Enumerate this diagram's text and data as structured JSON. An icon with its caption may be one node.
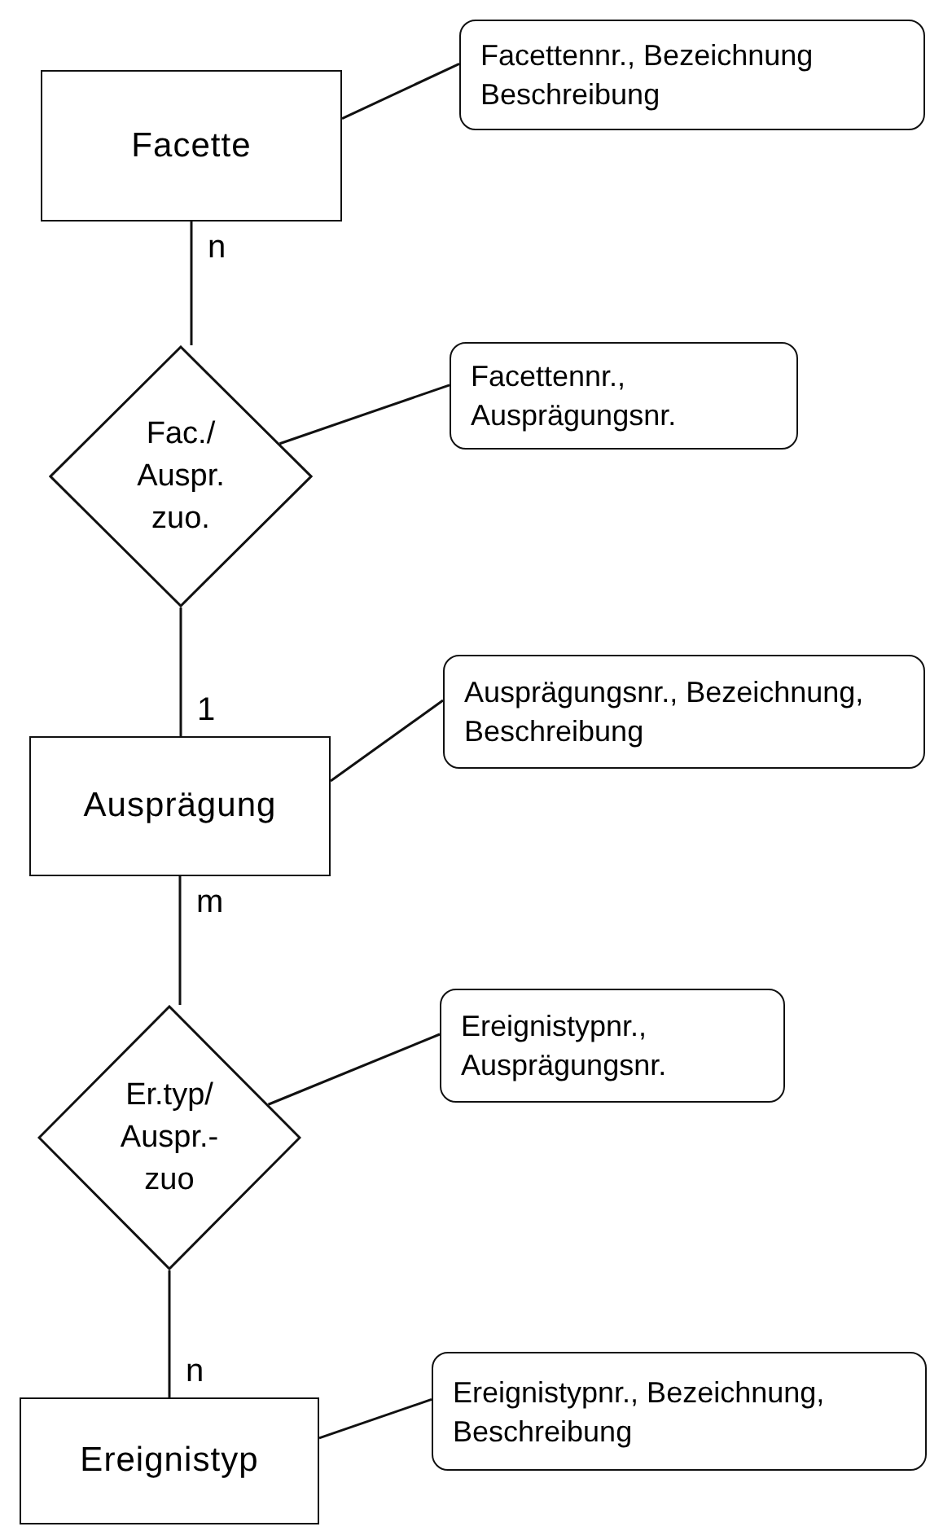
{
  "diagram": {
    "nodes": [
      {
        "text": [
          "Facette"
        ]
      },
      {
        "text": [
          "Facettennr., Bezeichnung Beschreibung"
        ]
      },
      {
        "text": [
          "Fac./ Auspr. zuo."
        ]
      },
      {
        "text": [
          "Facettennr., Ausprägungsnr."
        ]
      },
      {
        "text": [
          "Ausprägung"
        ]
      },
      {
        "text": [
          "Ausprägungsnr., Bezeichnung, Beschreibung"
        ]
      },
      {
        "text": [
          "Er.typ/ Auspr.- zuo"
        ]
      },
      {
        "text": [
          "Ereignistypnr., Ausprägungsnr."
        ]
      },
      {
        "text": [
          "Ereignistyp"
        ]
      },
      {
        "text": [
          "Ereignistypnr., Bezeichnung, Beschreibung"
        ]
      }
    ],
    "edges": [
      {
        "from": 0,
        "to": 1,
        "arrow": "none"
      },
      {
        "from": 0,
        "to": 2,
        "arrow": "none",
        "label": "n"
      },
      {
        "from": 2,
        "to": 3,
        "arrow": "none"
      },
      {
        "from": 2,
        "to": 4,
        "arrow": "none",
        "label": "1"
      },
      {
        "from": 4,
        "to": 5,
        "arrow": "none"
      },
      {
        "from": 4,
        "to": 6,
        "arrow": "none",
        "label": "m"
      },
      {
        "from": 6,
        "to": 7,
        "arrow": "none"
      },
      {
        "from": 6,
        "to": 8,
        "arrow": "none",
        "label": "n"
      },
      {
        "from": 8,
        "to": 9,
        "arrow": "none"
      }
    ]
  }
}
